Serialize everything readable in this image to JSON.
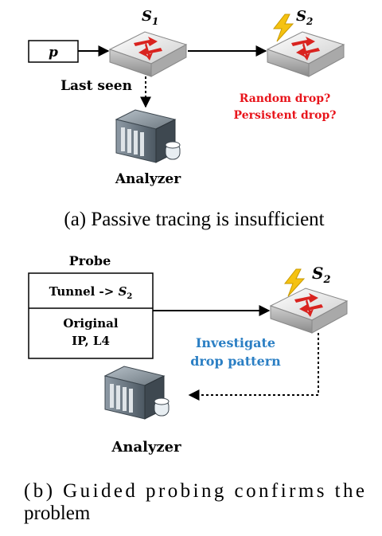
{
  "panel_a": {
    "switch1_label": "S",
    "switch1_sub": "1",
    "switch2_label": "S",
    "switch2_sub": "2",
    "packet_label": "p",
    "last_seen": "Last seen",
    "drop_q1": "Random drop?",
    "drop_q2": "Persistent drop?",
    "analyzer": "Analyzer",
    "caption": "(a) Passive tracing is insufficient"
  },
  "panel_b": {
    "probe_title": "Probe",
    "tunnel_label": "Tunnel -> ",
    "tunnel_target": "S",
    "tunnel_target_sub": "2",
    "original_line1": "Original",
    "original_line2": "IP, L4",
    "switch_label": "S",
    "switch_sub": "2",
    "investigate_line1": "Investigate",
    "investigate_line2": "drop pattern",
    "analyzer": "Analyzer",
    "caption_line1": "(b) Guided probing confirms the",
    "caption_line2": "problem"
  },
  "colors": {
    "red_text": "#e8141b",
    "blue_text": "#2b7fc4",
    "lightning": "#f5c211",
    "switch_arrow": "#d9231f"
  }
}
